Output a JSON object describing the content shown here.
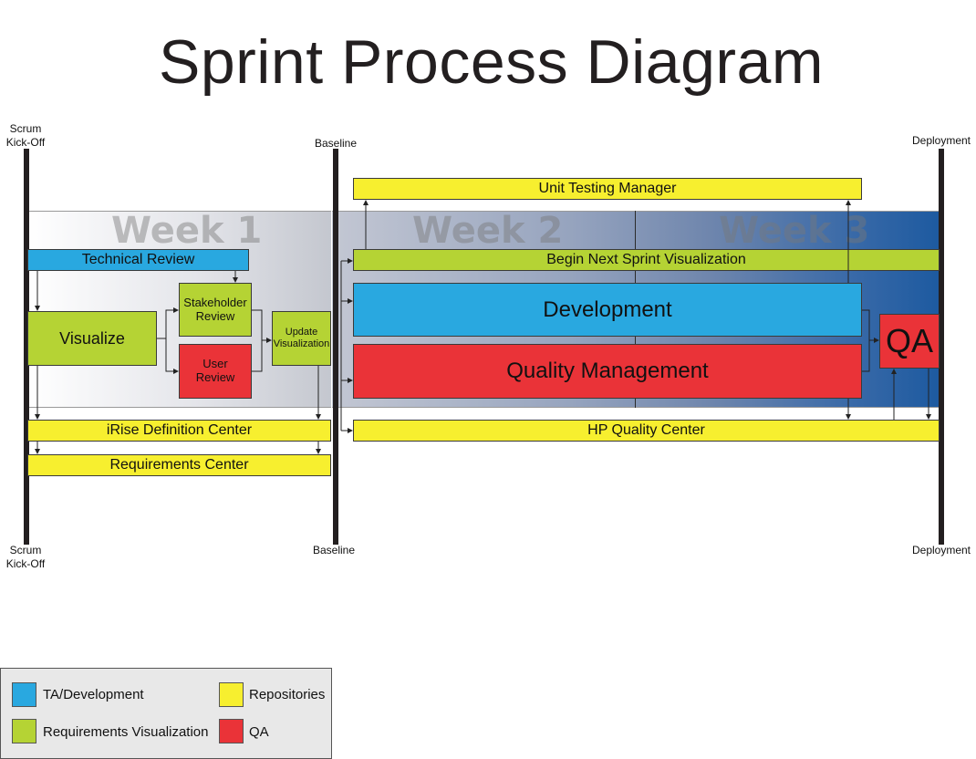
{
  "title": "Sprint Process Diagram",
  "milestones": {
    "scrum_top": "Scrum\nKick-Off",
    "baseline_top": "Baseline",
    "deployment_top": "Deployment",
    "scrum_bottom": "Scrum\nKick-Off",
    "baseline_bottom": "Baseline",
    "deployment_bottom": "Deployment"
  },
  "weeks": [
    "Week 1",
    "Week 2",
    "Week 3"
  ],
  "boxes": {
    "unit_testing_manager": "Unit Testing Manager",
    "technical_review": "Technical Review",
    "begin_next_sprint": "Begin Next Sprint Visualization",
    "stakeholder_review": "Stakeholder\nReview",
    "visualize": "Visualize",
    "user_review": "User\nReview",
    "update_visualization": "Update\nVisualization",
    "development": "Development",
    "qa": "QA",
    "quality_management": "Quality Management",
    "irise_definition_center": "iRise Definition Center",
    "hp_quality_center": "HP Quality Center",
    "requirements_center": "Requirements Center"
  },
  "legend": [
    {
      "label": "TA/Development",
      "color": "#29a8e0"
    },
    {
      "label": "Repositories",
      "color": "#f7ef2f"
    },
    {
      "label": "Requirements Visualization",
      "color": "#b5d334"
    },
    {
      "label": "QA",
      "color": "#ea3338"
    }
  ]
}
